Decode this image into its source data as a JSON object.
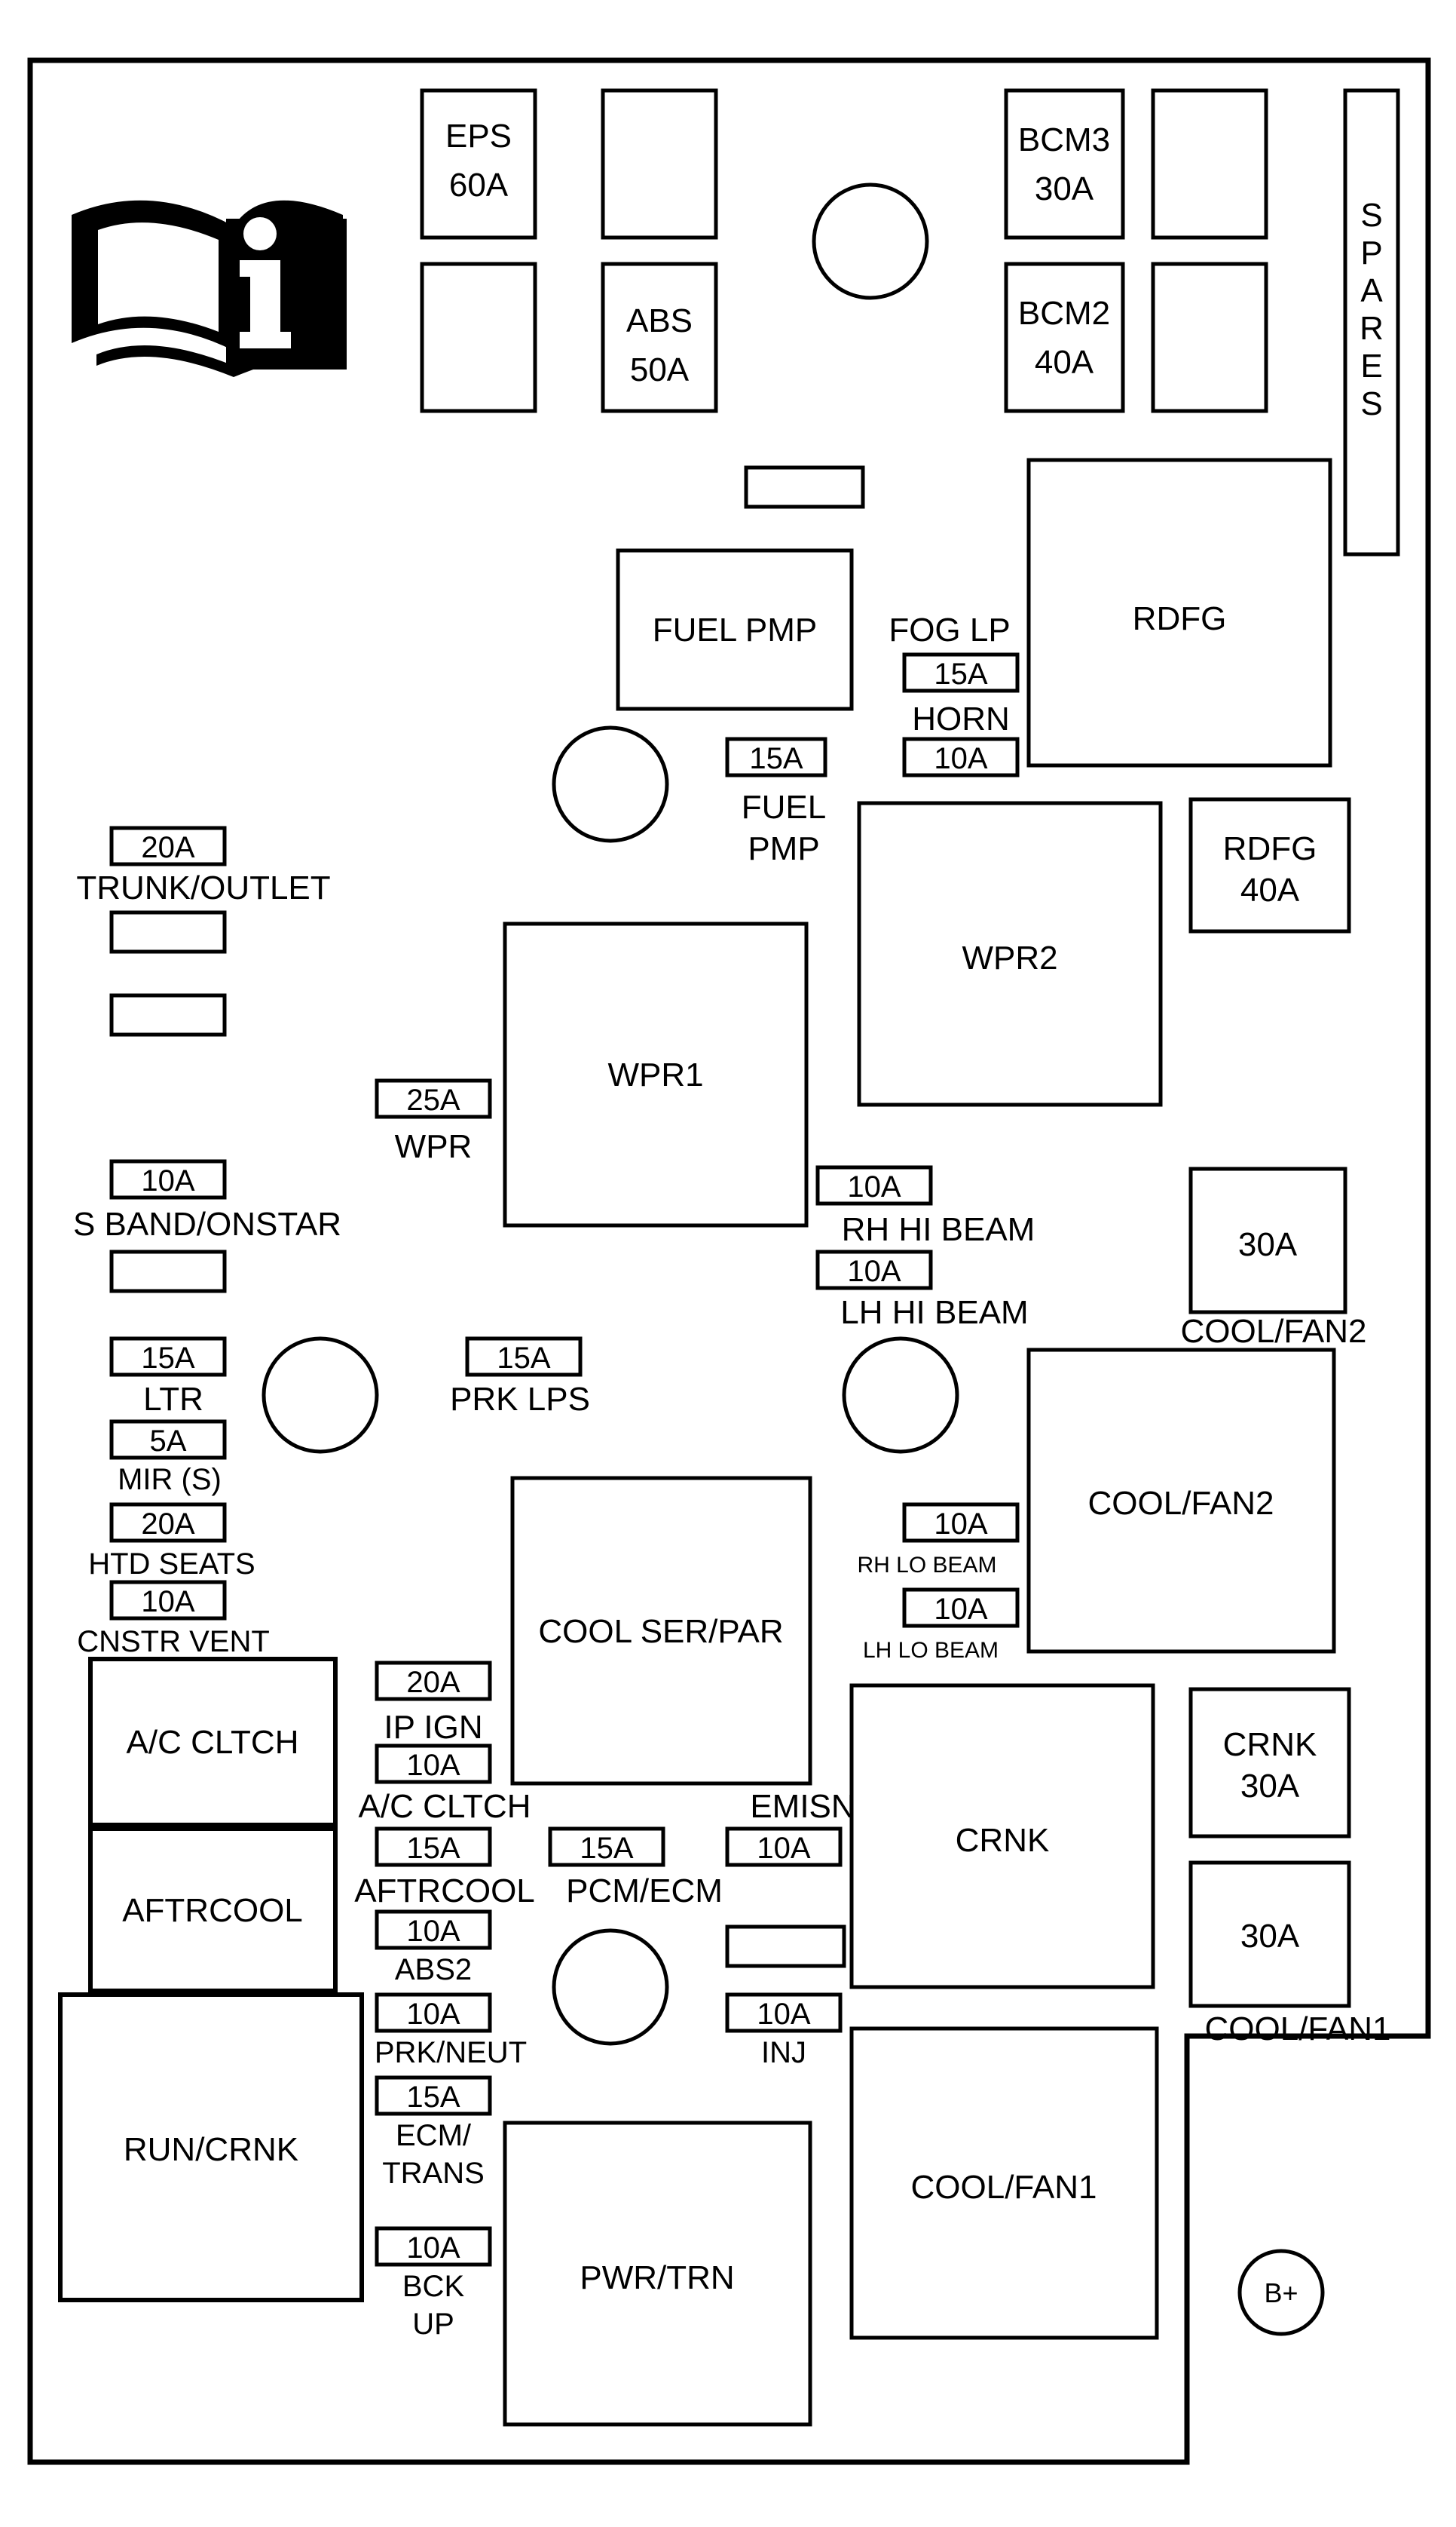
{
  "diagram": {
    "relays": {
      "fuel_pmp": "FUEL PMP",
      "rdfg": "RDFG",
      "wpr2": "WPR2",
      "wpr1": "WPR1",
      "cool_fan2": "COOL/FAN2",
      "cool_ser_par": "COOL SER/PAR",
      "crnk": "CRNK",
      "ac_cltch": "A/C CLTCH",
      "aftrcool": "AFTRCOOL",
      "run_crnk": "RUN/CRNK",
      "cool_fan1": "COOL/FAN1",
      "pwr_trn": "PWR/TRN"
    },
    "maxi_fuses": {
      "eps": {
        "line1": "EPS",
        "line2": "60A"
      },
      "abs": {
        "line1": "ABS",
        "line2": "50A"
      },
      "bcm3": {
        "line1": "BCM3",
        "line2": "30A"
      },
      "bcm2": {
        "line1": "BCM2",
        "line2": "40A"
      },
      "rdfg40": {
        "line1": "RDFG",
        "line2": "40A"
      },
      "cool_fan2_30": {
        "line1": "30A",
        "label": "COOL/FAN2"
      },
      "crnk30": {
        "line1": "CRNK",
        "line2": "30A"
      },
      "cool_fan1_30": {
        "line1": "30A",
        "label": "COOL/FAN1"
      }
    },
    "spares_letters": [
      "S",
      "P",
      "A",
      "R",
      "E",
      "S"
    ],
    "fuses": {
      "fog_lp": {
        "rating": "15A",
        "label": "FOG LP"
      },
      "horn": {
        "rating": "10A",
        "label": "HORN"
      },
      "fuel_pmp": {
        "rating": "15A",
        "label1": "FUEL",
        "label2": "PMP"
      },
      "trunk_outlet": {
        "rating": "20A",
        "label": "TRUNK/OUTLET"
      },
      "wpr": {
        "rating": "25A",
        "label": "WPR"
      },
      "s_band": {
        "rating": "10A",
        "label": "S BAND/ONSTAR"
      },
      "rh_hi_beam": {
        "rating": "10A",
        "label": "RH HI BEAM"
      },
      "lh_hi_beam": {
        "rating": "10A",
        "label": "LH HI BEAM"
      },
      "ltr": {
        "rating": "15A",
        "label": "LTR"
      },
      "prk_lps": {
        "rating": "15A",
        "label": "PRK LPS"
      },
      "mir": {
        "rating": "5A",
        "label": "MIR (S)"
      },
      "htd_seats": {
        "rating": "20A",
        "label": "HTD SEATS"
      },
      "cnstr_vent": {
        "rating": "10A",
        "label": "CNSTR VENT"
      },
      "rh_lo_beam": {
        "rating": "10A",
        "label": "RH LO BEAM"
      },
      "lh_lo_beam": {
        "rating": "10A",
        "label": "LH LO BEAM"
      },
      "ip_ign": {
        "rating": "20A",
        "label": "IP IGN"
      },
      "ac_cltch": {
        "rating": "10A",
        "label": "A/C CLTCH"
      },
      "emisn": {
        "rating": "10A",
        "label": "EMISN"
      },
      "aftrcool": {
        "rating": "15A",
        "label": "AFTRCOOL"
      },
      "pcm_ecm": {
        "rating": "15A",
        "label": "PCM/ECM"
      },
      "abs2": {
        "rating": "10A",
        "label": "ABS2"
      },
      "prk_neut": {
        "rating": "10A",
        "label": "PRK/NEUT"
      },
      "inj": {
        "rating": "10A",
        "label": "INJ"
      },
      "ecm_trans": {
        "rating": "15A",
        "label1": "ECM/",
        "label2": "TRANS"
      },
      "bck_up": {
        "rating": "10A",
        "label1": "BCK",
        "label2": "UP"
      }
    },
    "terminal": "B+"
  }
}
